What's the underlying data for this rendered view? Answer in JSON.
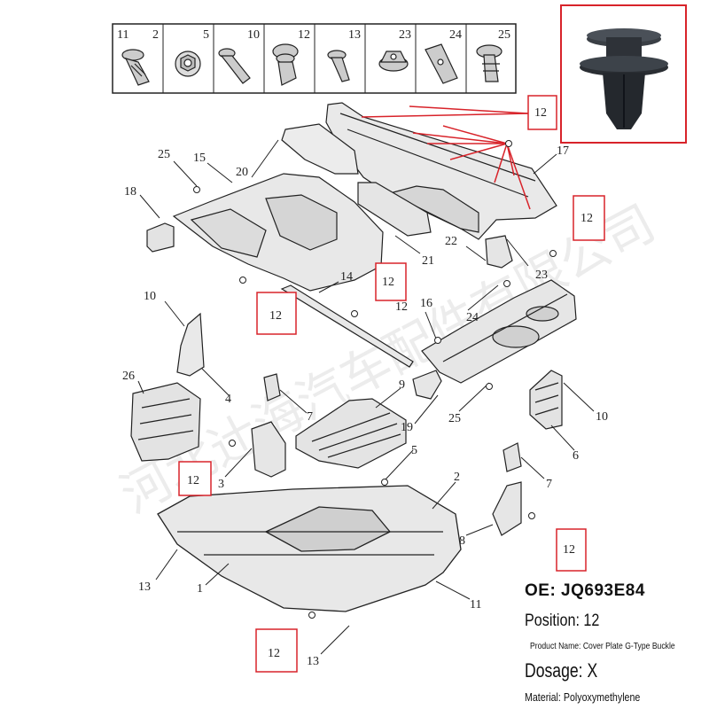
{
  "oe_line": "OE:  JQ693E84",
  "position_line": "Position: 12",
  "product_name_line": "Product Name: Cover Plate G-Type Buckle",
  "dosage_line": "Dosage: X",
  "material_line": "Material: Polyoxymethylene",
  "watermark": "河北辻海汽车配件有限公司",
  "legend_items": [
    {
      "left": "11",
      "right": "2"
    },
    {
      "left": "",
      "right": "5"
    },
    {
      "left": "",
      "right": "10"
    },
    {
      "left": "",
      "right": "12"
    },
    {
      "left": "",
      "right": "13"
    },
    {
      "left": "",
      "right": "23"
    },
    {
      "left": "",
      "right": "24"
    },
    {
      "left": "",
      "right": "25"
    }
  ],
  "highlight_labels": [
    "12",
    "12",
    "12",
    "12",
    "12",
    "12",
    "12"
  ],
  "part_labels": [
    "25",
    "15",
    "20",
    "17",
    "18",
    "21",
    "22",
    "23",
    "14",
    "12",
    "16",
    "24",
    "10",
    "4",
    "26",
    "7",
    "9",
    "19",
    "5",
    "25",
    "10",
    "6",
    "3",
    "2",
    "7",
    "8",
    "13",
    "1",
    "11",
    "13"
  ],
  "colors": {
    "highlight": "#d8232a",
    "line": "#222222"
  }
}
